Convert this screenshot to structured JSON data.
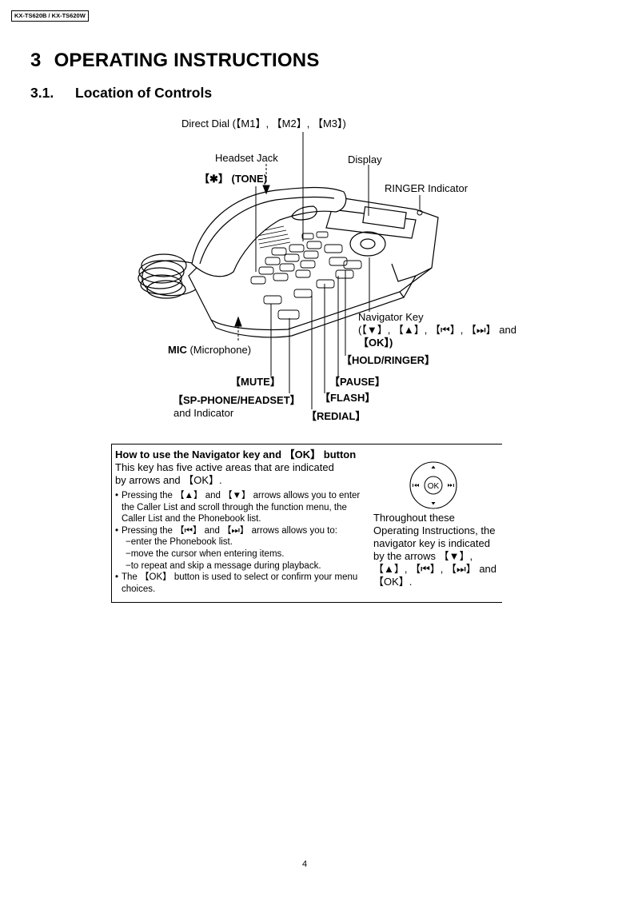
{
  "header": {
    "model": "KX-TS620B / KX-TS620W"
  },
  "chapter": {
    "number": "3",
    "title": "OPERATING INSTRUCTIONS"
  },
  "section": {
    "number": "3.1.",
    "title": "Location of Controls"
  },
  "callouts": {
    "direct_dial": "Direct Dial (【M1】, 【M2】, 【M3】)",
    "headset_jack": "Headset Jack",
    "tone": "【✱】 (TONE)",
    "display": "Display",
    "ringer_indicator": "RINGER Indicator",
    "navigator_key_1": "Navigator Key",
    "navigator_key_2": "(【▼】, 【▲】, 【⏮】, 【⏭】 and",
    "navigator_key_3": "【OK】)",
    "mic_bold": "MIC",
    "mic_rest": " (Microphone)",
    "hold_ringer": "【HOLD/RINGER】",
    "mute": "【MUTE】",
    "pause": "【PAUSE】",
    "sp_phone_1": "【SP-PHONE/HEADSET】",
    "sp_phone_2": "and Indicator",
    "flash": "【FLASH】",
    "redial": "【REDIAL】"
  },
  "info_box": {
    "title": "How to use the Navigator key and 【OK】 button",
    "intro_1": "This key has five active areas that are indicated",
    "intro_2": "by arrows and 【OK】.",
    "bullet_1": "Pressing the 【▲】 and 【▼】 arrows allows you to enter the Caller List and scroll through the function menu, the Caller List and the Phonebook list.",
    "bullet_2": "Pressing the 【⏮】 and 【⏭】 arrows allows you to:",
    "sub_1": "−enter the Phonebook list.",
    "sub_2": "−move the cursor when entering items.",
    "sub_3": "−to repeat and skip a message during playback.",
    "bullet_3": "The 【OK】 button is used to select or confirm your menu choices.",
    "nav_ok": "OK",
    "right_text": "Throughout these Operating Instructions, the navigator key is indicated by the arrows 【▼】, 【▲】, 【⏮】, 【⏭】 and 【OK】."
  },
  "footer": {
    "page": "4"
  }
}
